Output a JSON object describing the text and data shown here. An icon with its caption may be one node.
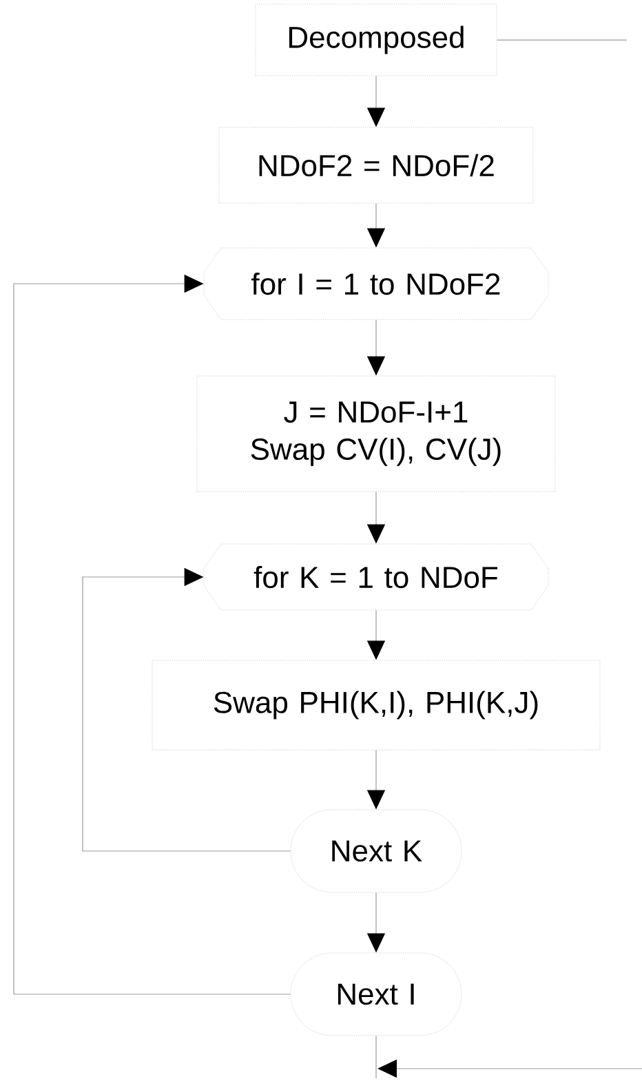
{
  "diagram": {
    "nodes": [
      {
        "text": [
          "Decomposed"
        ]
      },
      {
        "text": [
          "NDoF2 = NDoF/2"
        ]
      },
      {
        "text": [
          "for I = 1 to NDoF2"
        ]
      },
      {
        "text": [
          "J = NDoF-I+1 Swap CV(I), CV(J)"
        ]
      },
      {
        "text": [
          "for K = 1 to NDoF"
        ]
      },
      {
        "text": [
          "Swap PHI(K,I), PHI(K,J)"
        ]
      },
      {
        "text": [
          "Next K"
        ]
      },
      {
        "text": [
          "Next I"
        ]
      }
    ],
    "edges": [
      {
        "from": 0,
        "to": null,
        "arrow": "none"
      },
      {
        "from": 0,
        "to": 1,
        "arrow": "to"
      },
      {
        "from": 1,
        "to": 2,
        "arrow": "to"
      },
      {
        "from": 2,
        "to": 3,
        "arrow": "to"
      },
      {
        "from": 3,
        "to": 4,
        "arrow": "to"
      },
      {
        "from": 4,
        "to": 5,
        "arrow": "to"
      },
      {
        "from": 5,
        "to": 6,
        "arrow": "to"
      },
      {
        "from": 6,
        "to": 7,
        "arrow": "to"
      },
      {
        "from": 6,
        "to": 4,
        "arrow": "to"
      },
      {
        "from": 7,
        "to": 2,
        "arrow": "to"
      },
      {
        "from": 7,
        "to": null,
        "arrow": "none"
      }
    ]
  }
}
